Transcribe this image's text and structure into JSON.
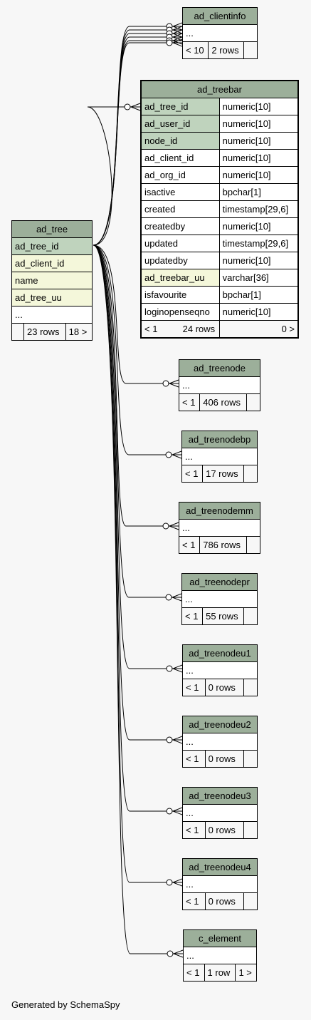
{
  "footer": "Generated by SchemaSpy",
  "tables": {
    "ad_tree": {
      "name": "ad_tree",
      "columns": [
        "ad_tree_id",
        "ad_client_id",
        "name",
        "ad_tree_uu"
      ],
      "more": "...",
      "foot": [
        "",
        "23 rows",
        "18 >"
      ]
    },
    "ad_clientinfo": {
      "name": "ad_clientinfo",
      "more": "...",
      "foot": [
        "< 10",
        "2 rows",
        ""
      ]
    },
    "ad_treebar": {
      "name": "ad_treebar",
      "columns": [
        {
          "name": "ad_tree_id",
          "type": "numeric[10]"
        },
        {
          "name": "ad_user_id",
          "type": "numeric[10]"
        },
        {
          "name": "node_id",
          "type": "numeric[10]"
        },
        {
          "name": "ad_client_id",
          "type": "numeric[10]"
        },
        {
          "name": "ad_org_id",
          "type": "numeric[10]"
        },
        {
          "name": "isactive",
          "type": "bpchar[1]"
        },
        {
          "name": "created",
          "type": "timestamp[29,6]"
        },
        {
          "name": "createdby",
          "type": "numeric[10]"
        },
        {
          "name": "updated",
          "type": "timestamp[29,6]"
        },
        {
          "name": "updatedby",
          "type": "numeric[10]"
        },
        {
          "name": "ad_treebar_uu",
          "type": "varchar[36]"
        },
        {
          "name": "isfavourite",
          "type": "bpchar[1]"
        },
        {
          "name": "loginopenseqno",
          "type": "numeric[10]"
        }
      ],
      "foot": [
        "< 1",
        "24 rows",
        "0 >"
      ]
    },
    "ad_treenode": {
      "name": "ad_treenode",
      "more": "...",
      "foot": [
        "< 1",
        "406 rows",
        ""
      ]
    },
    "ad_treenodebp": {
      "name": "ad_treenodebp",
      "more": "...",
      "foot": [
        "< 1",
        "17 rows",
        ""
      ]
    },
    "ad_treenodemm": {
      "name": "ad_treenodemm",
      "more": "...",
      "foot": [
        "< 1",
        "786 rows",
        ""
      ]
    },
    "ad_treenodepr": {
      "name": "ad_treenodepr",
      "more": "...",
      "foot": [
        "< 1",
        "55 rows",
        ""
      ]
    },
    "ad_treenodeu1": {
      "name": "ad_treenodeu1",
      "more": "...",
      "foot": [
        "< 1",
        "0 rows",
        ""
      ]
    },
    "ad_treenodeu2": {
      "name": "ad_treenodeu2",
      "more": "...",
      "foot": [
        "< 1",
        "0 rows",
        ""
      ]
    },
    "ad_treenodeu3": {
      "name": "ad_treenodeu3",
      "more": "...",
      "foot": [
        "< 1",
        "0 rows",
        ""
      ]
    },
    "ad_treenodeu4": {
      "name": "ad_treenodeu4",
      "more": "...",
      "foot": [
        "< 1",
        "0 rows",
        ""
      ]
    },
    "c_element": {
      "name": "c_element",
      "more": "...",
      "foot": [
        "< 1",
        "1 row",
        "1 >"
      ]
    }
  }
}
